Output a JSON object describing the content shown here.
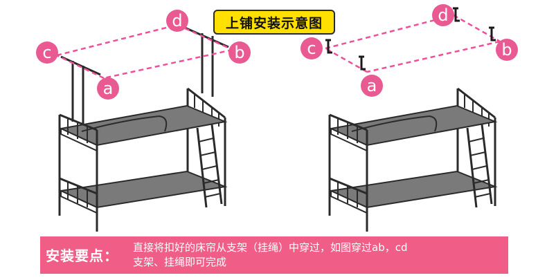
{
  "title": "上铺安装示意图",
  "labels": {
    "a": "a",
    "b": "b",
    "c": "c",
    "d": "d"
  },
  "colors": {
    "circle": "#e95a92",
    "dashed": "#ee4e9a",
    "title_bg": "#ffe000",
    "bar": "#f05d86",
    "frame": "#2a2a2a",
    "bed": "#7a7a7a"
  },
  "tips": {
    "label": "安装要点：",
    "line1": "直接将扣好的床帘从支架（挂绳）中穿过，如图穿过ab，cd",
    "line2": "支架、挂绳即可完成"
  }
}
